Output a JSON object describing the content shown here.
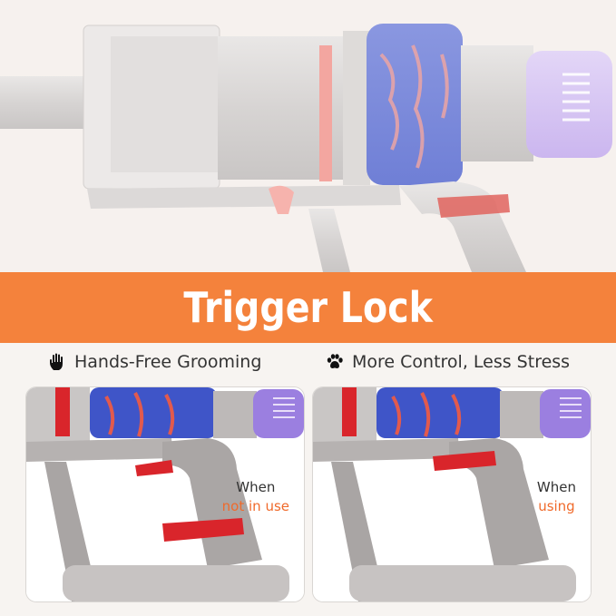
{
  "banner": {
    "title": "Trigger Lock"
  },
  "features": [
    {
      "icon": "hand-icon",
      "label": "Hands-Free Grooming"
    },
    {
      "icon": "paw-icon",
      "label": "More Control, Less Stress"
    }
  ],
  "cards": [
    {
      "line1": "When",
      "line2": "not in use"
    },
    {
      "line1": "When",
      "line2": "using"
    }
  ],
  "colors": {
    "banner": "#f4823c",
    "accent_text": "#f06a2b",
    "trigger_red": "#d9252b",
    "cyclone_blue": "#3f55c8",
    "bin_purple": "#9b7fe0"
  }
}
